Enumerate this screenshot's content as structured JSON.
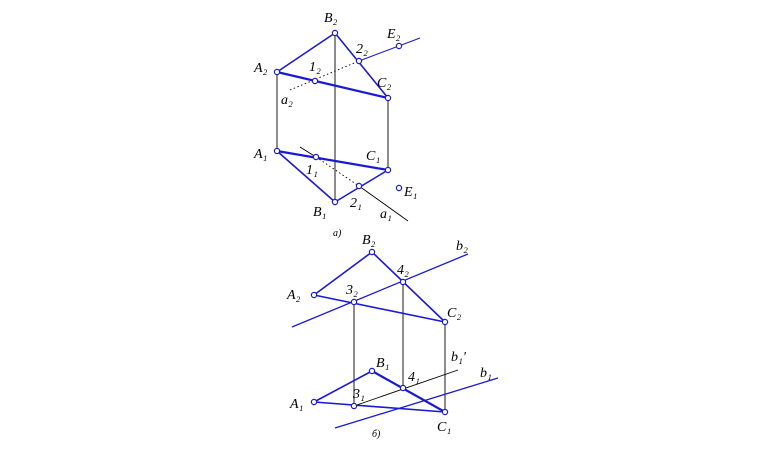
{
  "figure_a": {
    "caption": "а)",
    "labels": {
      "B2": "B₂",
      "E2": "E₂",
      "p2_2": "2₂",
      "A2": "A₂",
      "p1_2": "1₂",
      "C2": "C₂",
      "a2": "a₂",
      "A1": "A₁",
      "C1": "C₁",
      "p1_1": "1₁",
      "E1": "E₁",
      "B1": "B₁",
      "p2_1": "2₁",
      "a1": "a₁"
    }
  },
  "figure_b": {
    "caption": "б)",
    "labels": {
      "B2": "B₂",
      "b2": "b₂",
      "A2": "A₂",
      "p4_2": "4₂",
      "p3_2": "3₂",
      "C2": "C₂",
      "B1": "B₁",
      "b1p": "b₁'",
      "b1": "b₁",
      "p4_1": "4₁",
      "A1": "A₁",
      "p3_1": "3₁",
      "C1": "C₁"
    }
  },
  "colors": {
    "construction": "#1a1ad6",
    "projection_link": "#000000",
    "text": "#000000"
  }
}
